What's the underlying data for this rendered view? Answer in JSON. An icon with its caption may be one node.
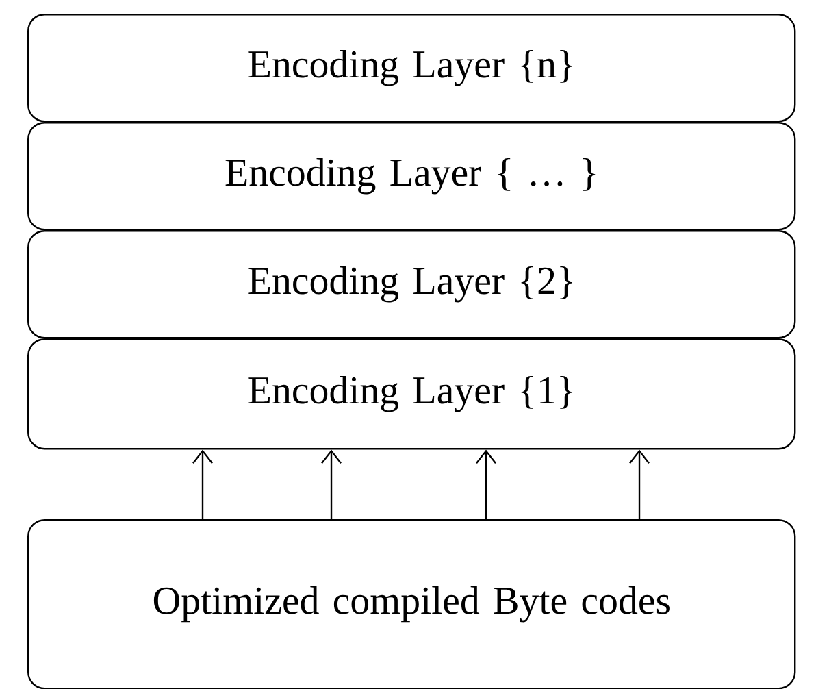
{
  "diagram": {
    "nodes": [
      {
        "text": [
          "Encoding Layer  {n}"
        ]
      },
      {
        "text": [
          "Encoding Layer  { … }"
        ]
      },
      {
        "text": [
          "Encoding Layer  {2}"
        ]
      },
      {
        "text": [
          "Encoding Layer  {1}"
        ]
      },
      {
        "text": [
          "Optimized compiled Byte codes"
        ]
      }
    ],
    "edges": [
      {
        "from": 4,
        "to": 3,
        "arrow": "to"
      },
      {
        "from": 4,
        "to": 3,
        "arrow": "to"
      },
      {
        "from": 4,
        "to": 3,
        "arrow": "to"
      },
      {
        "from": 4,
        "to": 3,
        "arrow": "to"
      }
    ]
  }
}
